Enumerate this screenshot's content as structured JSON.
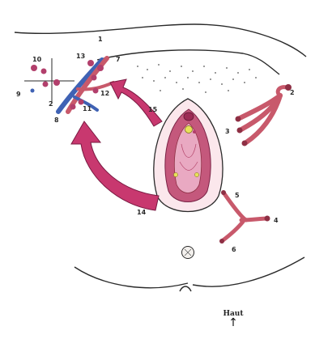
{
  "colors": {
    "skin_outline": "#2a2a2a",
    "artery": "#c8596b",
    "artery_dark": "#8e2f44",
    "vein": "#3f62b4",
    "flap_arrow": "#c8386f",
    "mucosa": "#c4587c",
    "mucosa_inner": "#e9a9c2",
    "node": "#b23f6c",
    "yellow": "#e7e25a"
  },
  "labels": {
    "l1": "1",
    "l2_left": "2",
    "l2_right": "2",
    "l3": "3",
    "l4": "4",
    "l5": "5",
    "l6": "6",
    "l7": "7",
    "l8": "8",
    "l9": "9",
    "l10": "10",
    "l11": "11",
    "l12": "12",
    "l13": "13",
    "l14": "14",
    "l15": "15"
  },
  "orientation": {
    "label": "Haut",
    "arrow": "↑"
  }
}
